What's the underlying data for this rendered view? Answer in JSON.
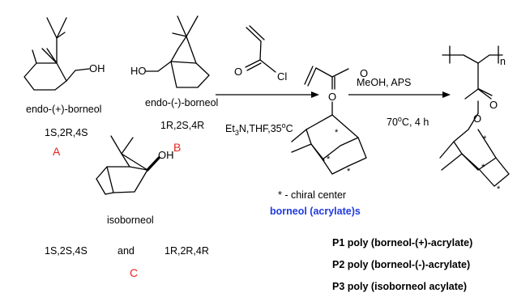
{
  "compounds": {
    "a": {
      "name": "endo-(+)-borneol",
      "config": "1S,2R,4S",
      "letter": "A",
      "oh": "OH"
    },
    "b": {
      "name": "endo-(-)-borneol",
      "config": "1R,2S,4R",
      "letter": "B",
      "oh": "HO"
    },
    "c": {
      "name": "isoborneol",
      "config1": "1S,2S,4S",
      "and": "and",
      "config2": "1R,2R,4R",
      "letter": "C",
      "oh": "OH"
    }
  },
  "reagent": {
    "o": "O",
    "cl": "Cl"
  },
  "step1": {
    "conditions_prefix": "Et",
    "sub3": "3",
    "conditions_mid": "N,THF,35",
    "deg": "o",
    "conditions_suffix": "C"
  },
  "intermediate": {
    "o1": "O",
    "o2": "O",
    "star": "*",
    "chiral_note": "* - chiral center",
    "name": "borneol (acrylate)s"
  },
  "step2": {
    "top": "MeOH, APS",
    "temp": "70",
    "deg": "o",
    "bottom_suffix": "C, 4 h"
  },
  "polymer": {
    "o1": "O",
    "o2": "O",
    "n": "n",
    "star": "*"
  },
  "products": [
    "P1 poly (borneol-(+)-acrylate)",
    "P2 poly (borneol-(-)-acrylate)",
    "P3 poly (isoborneol acylate)"
  ],
  "colors": {
    "label_red": "#e8231f",
    "name_blue": "#1f39e0",
    "ink": "#000000"
  }
}
